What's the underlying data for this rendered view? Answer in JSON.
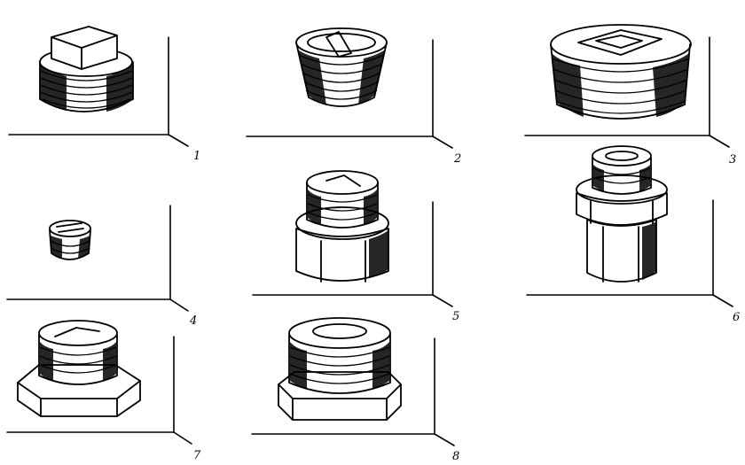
{
  "figure": {
    "items": [
      {
        "label": "1",
        "icon": "square-head-plug-icon"
      },
      {
        "label": "2",
        "icon": "slotted-tapered-plug-icon"
      },
      {
        "label": "3",
        "icon": "square-socket-plug-icon"
      },
      {
        "label": "4",
        "icon": "slotted-button-plug-icon"
      },
      {
        "label": "5",
        "icon": "slotted-hex-plug-icon"
      },
      {
        "label": "6",
        "icon": "socket-hex-plug-icon"
      },
      {
        "label": "7",
        "icon": "slotted-hex-collar-plug-icon"
      },
      {
        "label": "8",
        "icon": "socket-hex-collar-plug-icon"
      }
    ]
  }
}
